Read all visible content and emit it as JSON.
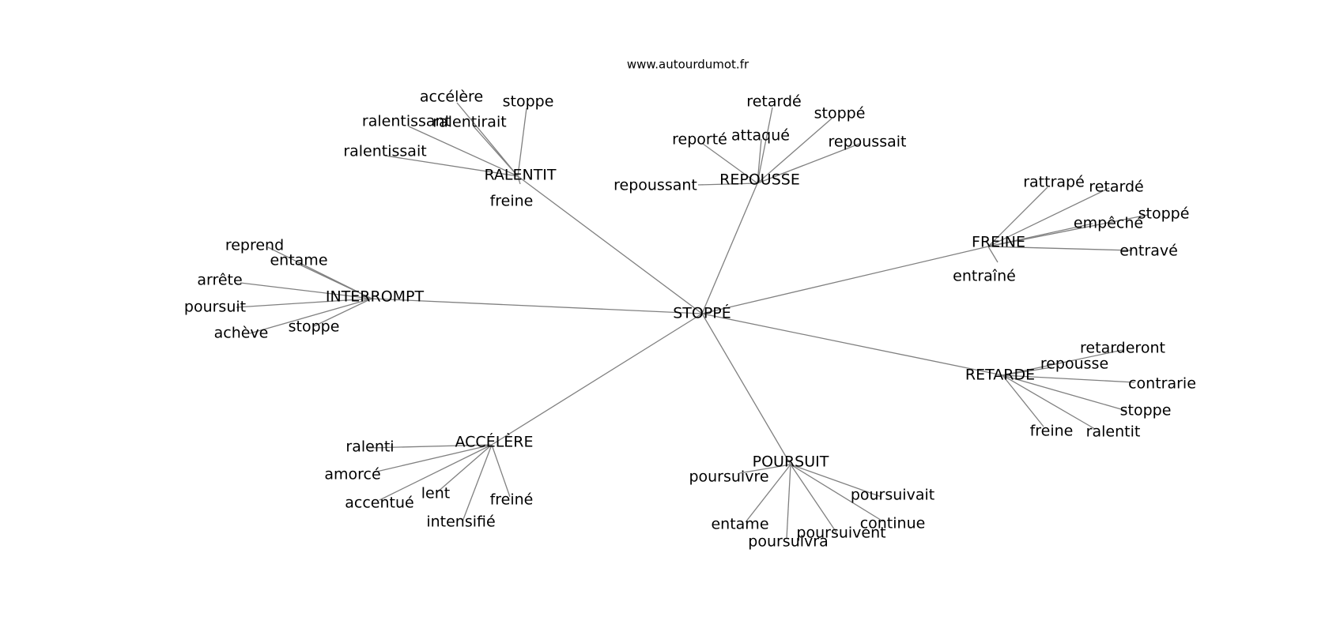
{
  "site": "www.autourdumot.fr",
  "center": "STOPPÉ",
  "clusters": [
    {
      "hub": "RALENTIT",
      "leaves": [
        "accélère",
        "stoppe",
        "ralentissant",
        "ralentirait",
        "ralentissait",
        "freine"
      ]
    },
    {
      "hub": "REPOUSSE",
      "leaves": [
        "retardé",
        "stoppé",
        "reporté",
        "attaqué",
        "repoussait",
        "repoussant"
      ]
    },
    {
      "hub": "FREINE",
      "leaves": [
        "rattrapé",
        "retardé",
        "stoppé",
        "empêché",
        "entravé",
        "entraîné"
      ]
    },
    {
      "hub": "INTERROMPT",
      "leaves": [
        "reprend",
        "entame",
        "arrête",
        "poursuit",
        "achève",
        "stoppe"
      ]
    },
    {
      "hub": "RETARDE",
      "leaves": [
        "retarderont",
        "repousse",
        "contrarie",
        "stoppe",
        "ralentit",
        "freine"
      ]
    },
    {
      "hub": "ACCÉLÈRE",
      "leaves": [
        "ralenti",
        "amorcé",
        "lent",
        "accentué",
        "freiné",
        "intensifié"
      ]
    },
    {
      "hub": "POURSUIT",
      "leaves": [
        "poursuivre",
        "poursuivait",
        "continue",
        "poursuivent",
        "entame",
        "poursuivra"
      ]
    }
  ]
}
